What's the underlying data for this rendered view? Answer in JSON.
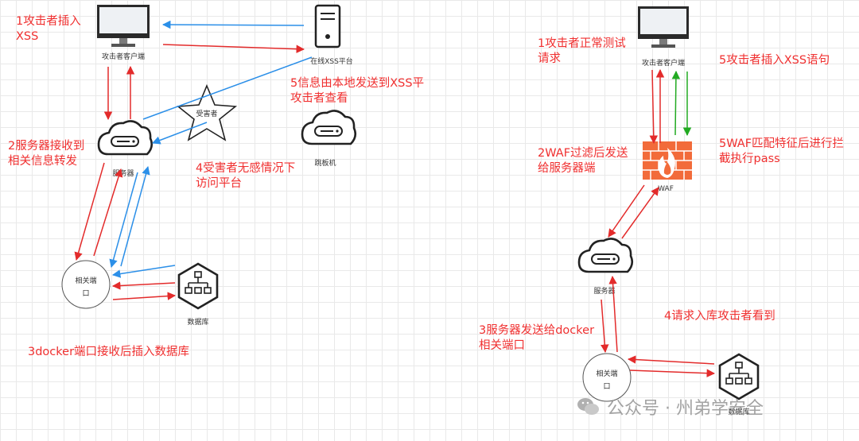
{
  "annotations": {
    "a1": "1攻击者插入\nXSS",
    "a2": "2服务器接收到\n相关信息转发",
    "a3": "3docker端口接收后插入数据库",
    "a4": "4受害者无感情况下\n访问平台",
    "a5": "5信息由本地发送到XSS平\n攻击者查看",
    "b1": "1攻击者正常测试\n请求",
    "b2": "2WAF过滤后发送\n给服务器端",
    "b3": "3服务器发送给docker\n相关端口",
    "b4": "4请求入库攻击者看到",
    "b5": "5攻击者插入XSS语句",
    "b6": "5WAF匹配特征后进行拦\n截执行pass"
  },
  "labels": {
    "attacker_client": "攻击者客户端",
    "xss_platform": "在线XSS平台",
    "victim": "受害者",
    "server": "服务器",
    "jump_host": "跳板机",
    "port_line1": "相关端",
    "port_line2": "口",
    "database": "数据库",
    "attacker_client_right": "攻击者客户端",
    "waf": "WAF",
    "server_right": "服务器",
    "port_right_line1": "相关端",
    "port_right_line2": "口",
    "database_right": "数据库"
  },
  "watermark": "公众号 · 州弟学安全",
  "colors": {
    "annotation": "#f03030",
    "arrow_red": "#e32b2b",
    "arrow_blue": "#2b8fe8",
    "arrow_green": "#22aa22",
    "firewall": "#f26b3a"
  },
  "icons": [
    "monitor-icon",
    "server-tower-icon",
    "star-icon",
    "cloud-server-icon",
    "database-icon",
    "firewall-icon",
    "wechat-icon"
  ]
}
